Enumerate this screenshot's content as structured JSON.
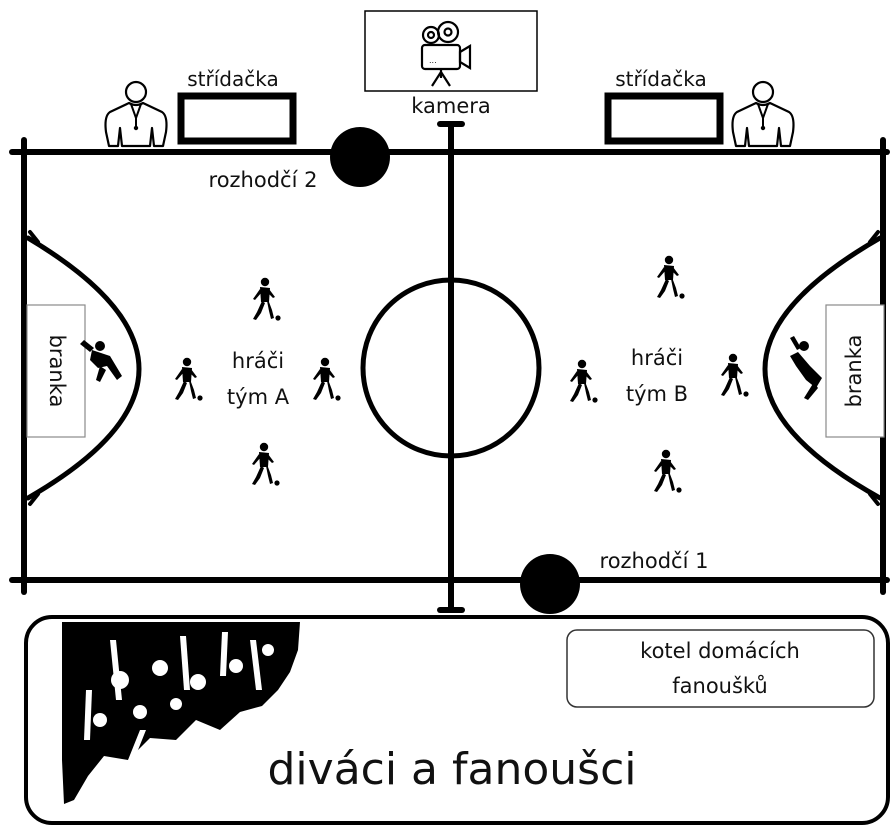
{
  "labels": {
    "camera": "kamera",
    "bench_left": "střídačka",
    "bench_right": "střídačka",
    "referee_2": "rozhodčí 2",
    "referee_1": "rozhodčí 1",
    "goal_left": "branka",
    "goal_right": "branka",
    "team_a_line1": "hráči",
    "team_a_line2": "tým A",
    "team_b_line1": "hráči",
    "team_b_line2": "tým B",
    "home_fans_line1": "kotel domácích",
    "home_fans_line2": "fanoušků",
    "spectators": "diváci a fanoušci"
  },
  "colors": {
    "line": "#000000",
    "background": "#ffffff",
    "goal_box_border": "#8a8a8a"
  },
  "icons": {
    "camera": "movie-camera-icon",
    "coach": "coach-person-icon",
    "player": "soccer-player-icon",
    "goalkeeper": "goalkeeper-icon",
    "crowd": "crowd-silhouette-icon"
  }
}
